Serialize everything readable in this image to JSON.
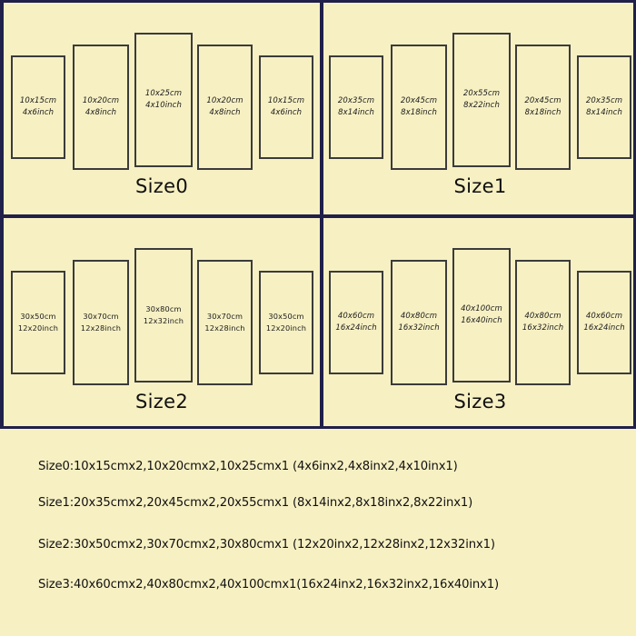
{
  "page": {
    "background_color": "#F7F0C3",
    "border_color": "#20204a",
    "panel_border_color": "#3b3b3b",
    "text_color": "#101010"
  },
  "quadrants": [
    {
      "id": "size0",
      "title": "Size0",
      "italic_labels": true,
      "panels": [
        {
          "cm": "10x15cm",
          "inch": "4x6inch"
        },
        {
          "cm": "10x20cm",
          "inch": "4x8inch"
        },
        {
          "cm": "10x25cm",
          "inch": "4x10inch"
        },
        {
          "cm": "10x20cm",
          "inch": "4x8inch"
        },
        {
          "cm": "10x15cm",
          "inch": "4x6inch"
        }
      ]
    },
    {
      "id": "size1",
      "title": "Size1",
      "italic_labels": true,
      "panels": [
        {
          "cm": "20x35cm",
          "inch": "8x14inch"
        },
        {
          "cm": "20x45cm",
          "inch": "8x18inch"
        },
        {
          "cm": "20x55cm",
          "inch": "8x22inch"
        },
        {
          "cm": "20x45cm",
          "inch": "8x18inch"
        },
        {
          "cm": "20x35cm",
          "inch": "8x14inch"
        }
      ]
    },
    {
      "id": "size2",
      "title": "Size2",
      "italic_labels": false,
      "panels": [
        {
          "cm": "30x50cm",
          "inch": "12x20inch"
        },
        {
          "cm": "30x70cm",
          "inch": "12x28inch"
        },
        {
          "cm": "30x80cm",
          "inch": "12x32inch"
        },
        {
          "cm": "30x70cm",
          "inch": "12x28inch"
        },
        {
          "cm": "30x50cm",
          "inch": "12x20inch"
        }
      ]
    },
    {
      "id": "size3",
      "title": "Size3",
      "italic_labels": true,
      "panels": [
        {
          "cm": "40x60cm",
          "inch": "16x24inch"
        },
        {
          "cm": "40x80cm",
          "inch": "16x32inch"
        },
        {
          "cm": "40x100cm",
          "inch": "16x40inch"
        },
        {
          "cm": "40x80cm",
          "inch": "16x32inch"
        },
        {
          "cm": "40x60cm",
          "inch": "16x24inch"
        }
      ]
    }
  ],
  "legend": {
    "lines": [
      "Size0:10x15cmx2,10x20cmx2,10x25cmx1 (4x6inx2,4x8inx2,4x10inx1)",
      "Size1:20x35cmx2,20x45cmx2,20x55cmx1 (8x14inx2,8x18inx2,8x22inx1)",
      "Size2:30x50cmx2,30x70cmx2,30x80cmx1 (12x20inx2,12x28inx2,12x32inx1)",
      "Size3:40x60cmx2,40x80cmx2,40x100cmx1(16x24inx2,16x32inx2,16x40inx1)"
    ]
  }
}
